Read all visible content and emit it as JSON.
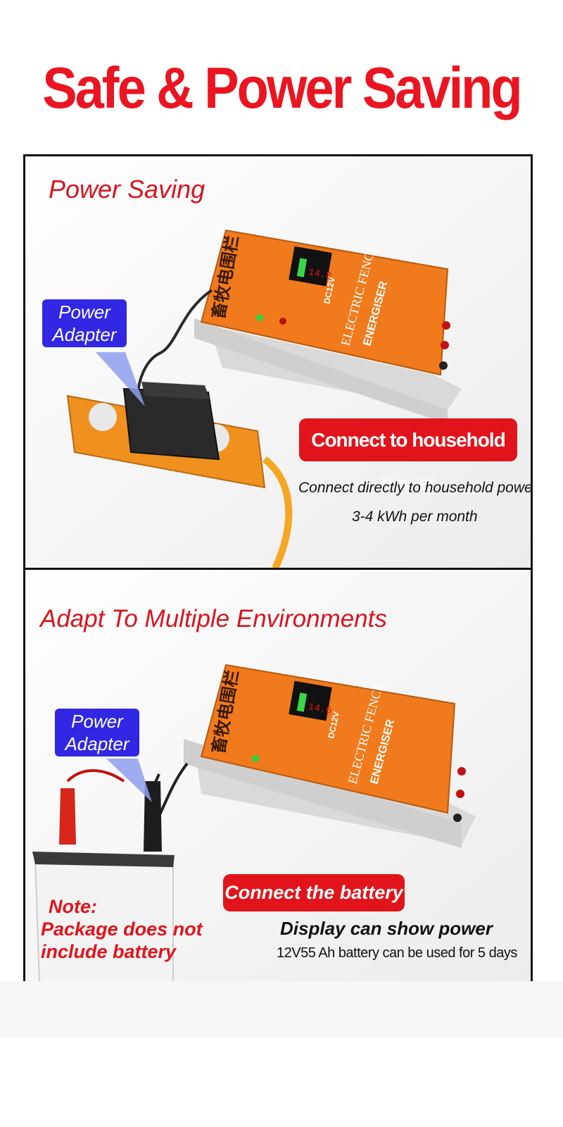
{
  "headline": "Safe & Power Saving",
  "panel1": {
    "title": "Power Saving",
    "tag": [
      "Power",
      "Adapter"
    ],
    "button": "Connect to household power",
    "caption1": "Connect directly to household power",
    "caption2": "3-4 kWh per month",
    "device_brand": "畜牧电围栏",
    "device_label": "ELECTRIC FENCE",
    "device_label2": "ENERGISER",
    "device_voltage": "DC12V",
    "display_value": "14.8"
  },
  "panel2": {
    "title": "Adapt To Multiple Environments",
    "tag": [
      "Power",
      "Adapter"
    ],
    "button": "Connect the battery",
    "caption1": "Display can show power",
    "caption2": "12V55 Ah battery can be used for 5 days",
    "note_title": "Note:",
    "note_line1": "Package does not",
    "note_line2": "include battery",
    "device_brand": "畜牧电围栏",
    "device_label": "ELECTRIC FENCE",
    "device_label2": "ENERGISER",
    "device_voltage": "DC12V",
    "display_value": "14.6"
  },
  "colors": {
    "accent_red": "#e1141c",
    "tag_blue": "#3227e3",
    "device_orange": "#f07a1c"
  }
}
